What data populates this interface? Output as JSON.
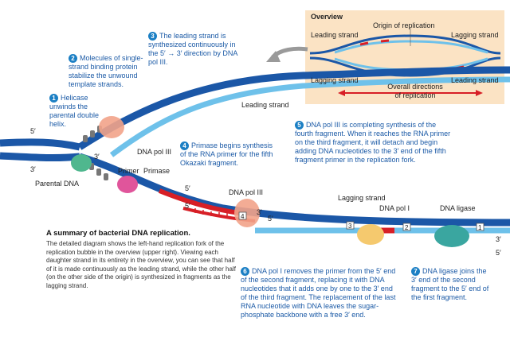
{
  "overview": {
    "title": "Overview",
    "leading_strand_tl": "Leading strand",
    "origin": "Origin of replication",
    "lagging_strand_tr": "Lagging strand",
    "lagging_strand_bl": "Lagging strand",
    "leading_strand_br": "Leading strand",
    "directions": "Overall directions\nof replication"
  },
  "labels": {
    "five_prime_left": "5′",
    "three_prime_left": "3′",
    "three_prime_top": "3′",
    "five_prime_top": "5′",
    "three_prime_mid": "3′",
    "five_prime_mid": "5′",
    "five_prime_rna": "5′",
    "three_prime_right": "3′",
    "five_prime_right": "5′",
    "parental_dna": "Parental DNA",
    "dna_pol_iii_top": "DNA pol III",
    "primer": "Primer",
    "primase": "Primase",
    "dna_pol_iii_mid": "DNA pol III",
    "leading_strand": "Leading strand",
    "lagging_strand": "Lagging strand",
    "dna_pol_i": "DNA pol I",
    "dna_ligase": "DNA ligase",
    "box_4": "4",
    "box_3": "3",
    "box_2": "2",
    "box_1": "1"
  },
  "steps": [
    {
      "num": "1",
      "text": "Helicase unwinds the parental double helix."
    },
    {
      "num": "2",
      "text": "Molecules of single-strand binding protein stabilize the unwound template strands."
    },
    {
      "num": "3",
      "text": "The leading strand is synthesized continuously in the 5′ → 3′ direction by DNA pol III."
    },
    {
      "num": "4",
      "text": "Primase begins synthesis of the RNA primer for the fifth Okazaki fragment."
    },
    {
      "num": "5",
      "text": "DNA pol III is completing synthesis of the fourth fragment. When it reaches the RNA primer on the third fragment, it will detach and begin adding DNA nucleotides to the 3′ end of the fifth fragment primer in the replication fork."
    },
    {
      "num": "6",
      "text": "DNA pol I removes the primer from the 5′ end of the second fragment, replacing it with DNA nucleotides that it adds one by one to the 3′ end of the third fragment. The replacement of the last RNA nucleotide with DNA leaves the sugar-phosphate backbone with a free 3′ end."
    },
    {
      "num": "7",
      "text": "DNA ligase joins the 3′ end of the second fragment to the 5′ end of the first fragment."
    }
  ],
  "summary": {
    "title": "A summary of bacterial DNA replication.",
    "body": "The detailed diagram shows the left-hand replication fork of the replication bubble in the overview (upper right). Viewing each daughter strand in its entirety in the overview, you can see that half of it is made continuously as the leading strand, while the other half (on the other side of the origin) is synthesized in fragments as the lagging strand."
  },
  "colors": {
    "dna_blue": "#1b57a7",
    "light_blue": "#6ec1ea",
    "rna_red": "#d71f26",
    "overview_bg": "#fbe3c4",
    "pol_iii": "#f2a38a",
    "primase": "#e0559b",
    "helicase": "#4fb78e",
    "ligase": "#3aa6a0"
  }
}
